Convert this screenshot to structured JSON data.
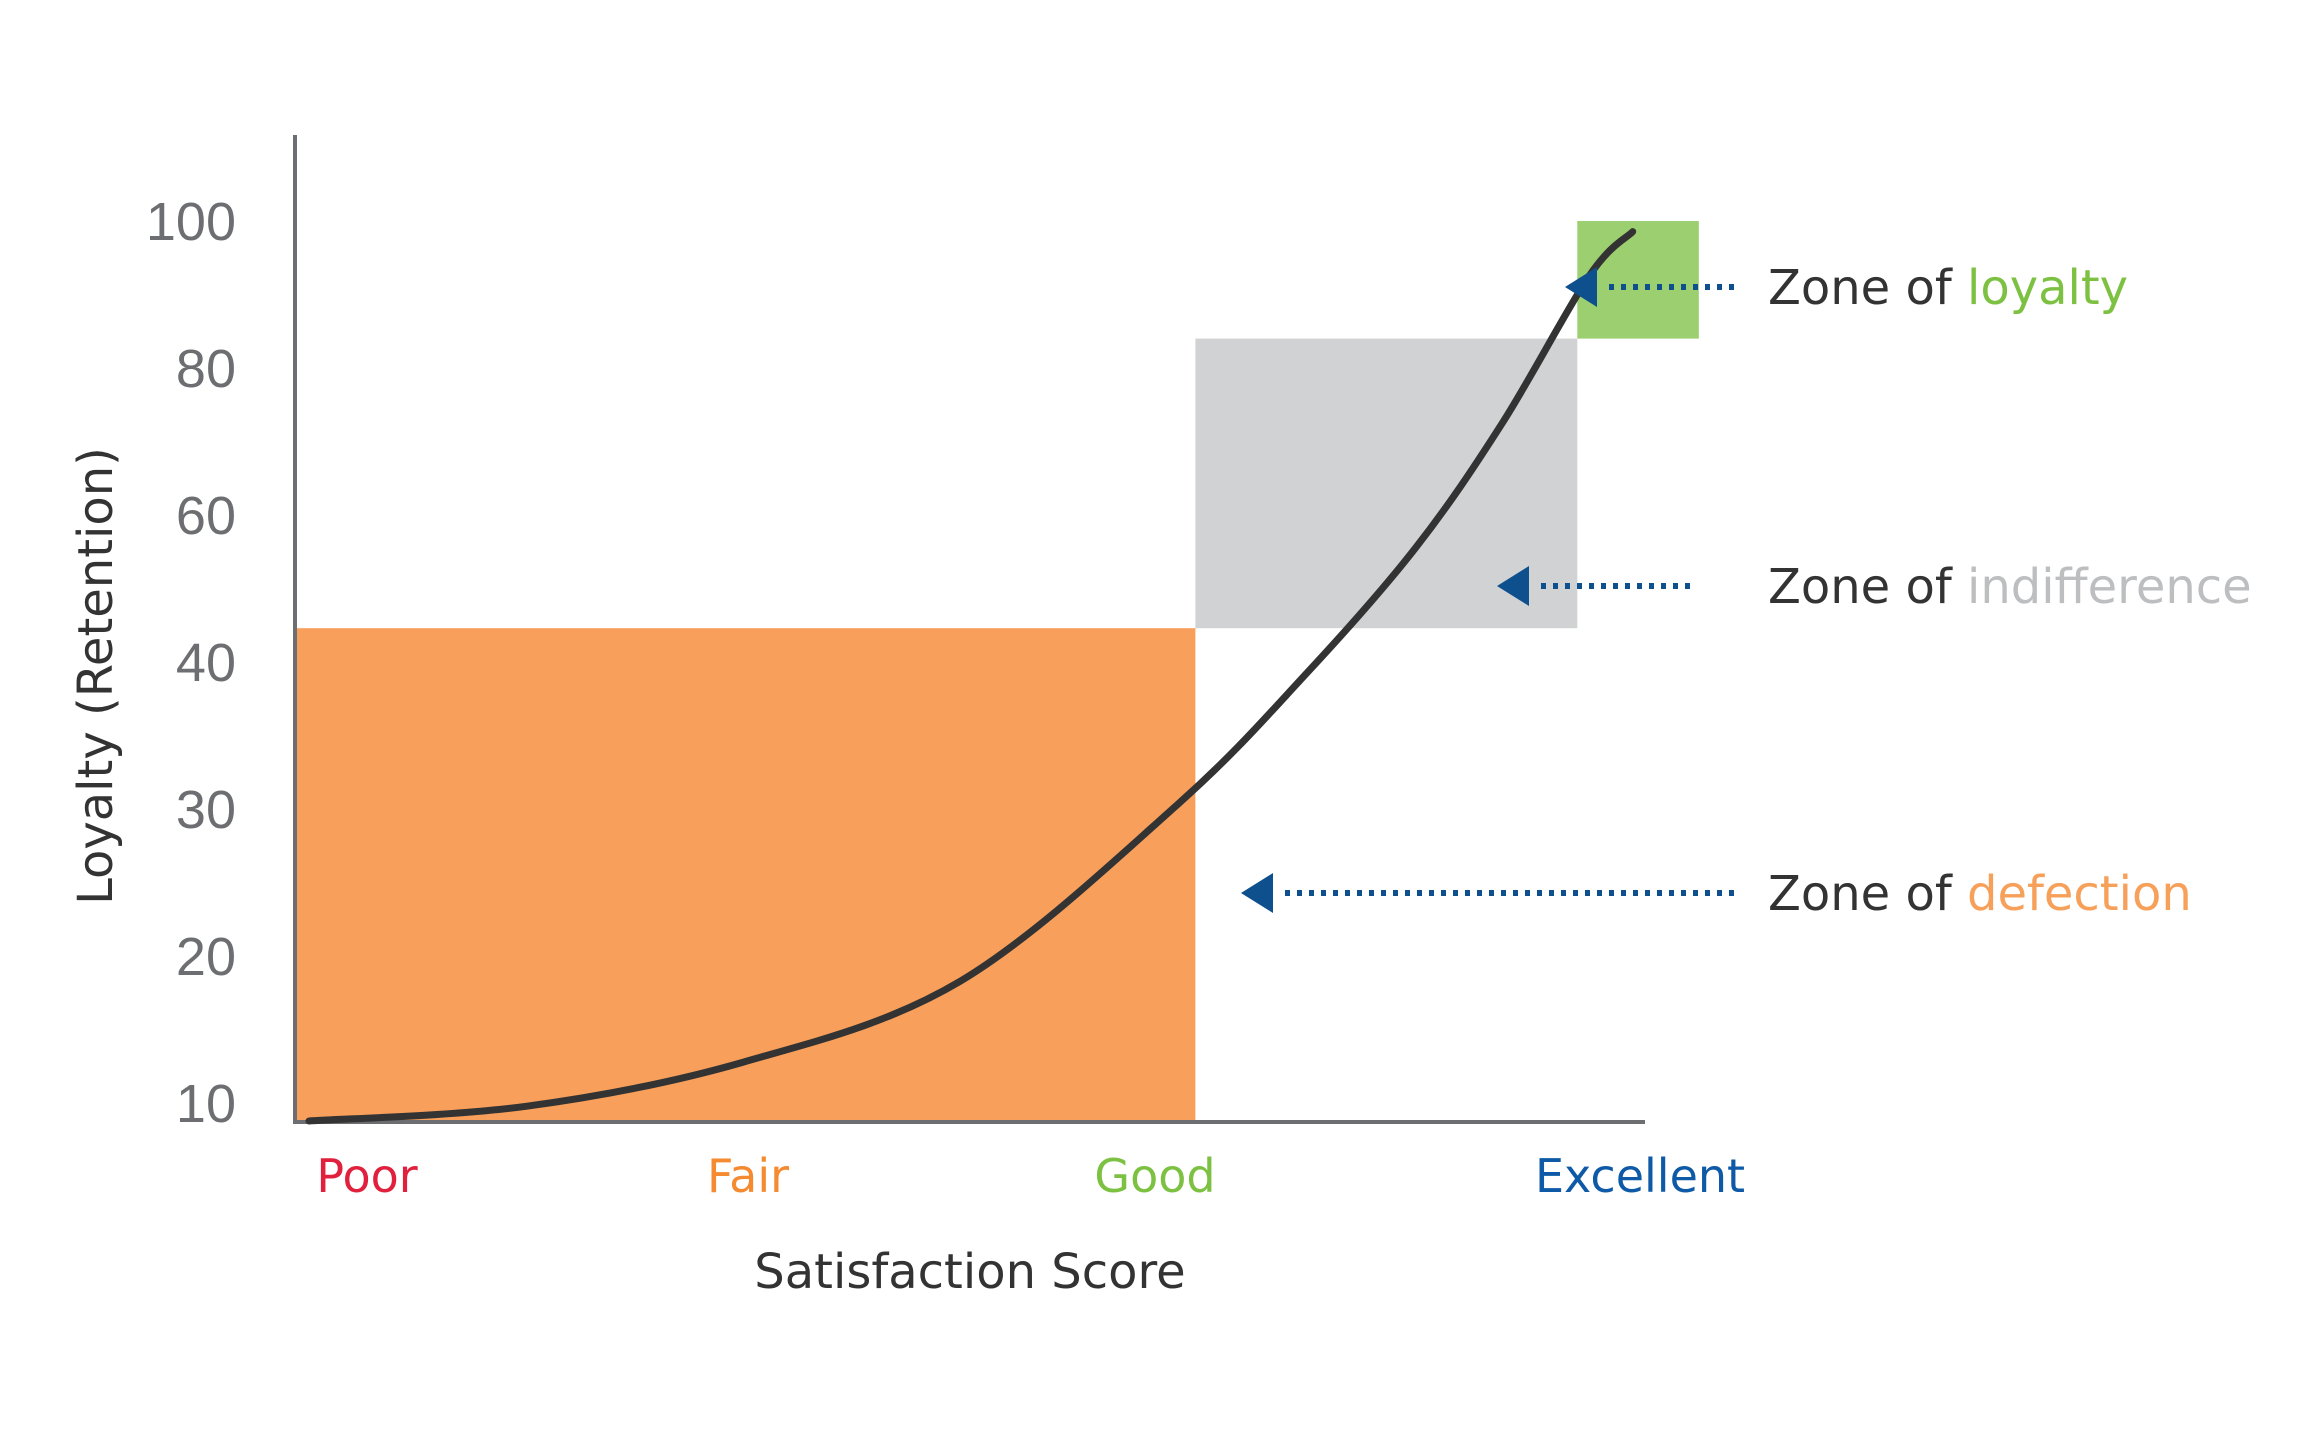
{
  "chart_data": {
    "type": "line",
    "title": "",
    "xlabel": "Satisfaction Score",
    "ylabel": "Loyalty (Retention)",
    "categories": [
      "Poor",
      "Fair",
      "Good",
      "Excellent"
    ],
    "category_colors": [
      "#e0203d",
      "#f58a30",
      "#7dc142",
      "#0e5aa7"
    ],
    "y_ticks": [
      "10",
      "20",
      "30",
      "40",
      "60",
      "80",
      "100"
    ],
    "grid": false,
    "curve": {
      "color": "#333333",
      "note_points": "y values given as tick index positions (0 = 10, 6 = 100)",
      "x": [
        0.0,
        0.5,
        1.0,
        1.5,
        2.0,
        2.3,
        2.55,
        2.75,
        2.95,
        3.05
      ],
      "y": [
        0.0,
        0.1,
        0.4,
        0.95,
        2.15,
        3.05,
        3.9,
        4.75,
        5.75,
        6.05
      ]
    },
    "zones": [
      {
        "prefix": "Zone of ",
        "name": "loyalty",
        "color": "#9ccf6f",
        "label_color": "#7dc142",
        "x_range": [
          2.95,
          3.23
        ],
        "y_range": [
          5.2,
          6.0
        ]
      },
      {
        "prefix": "Zone of ",
        "name": "indifference",
        "color": "#d1d2d4",
        "label_color": "#bcbec0",
        "x_range": [
          2.07,
          2.95
        ],
        "y_range": [
          3.23,
          5.2
        ]
      },
      {
        "prefix": "Zone of ",
        "name": "defection",
        "color": "#f79f5b",
        "label_color": "#f7a05a",
        "x_range": [
          0.0,
          2.07
        ],
        "y_range": [
          0.0,
          3.23
        ]
      }
    ],
    "arrow_color": "#0e4f8e",
    "zone_label_color": "#333333"
  }
}
